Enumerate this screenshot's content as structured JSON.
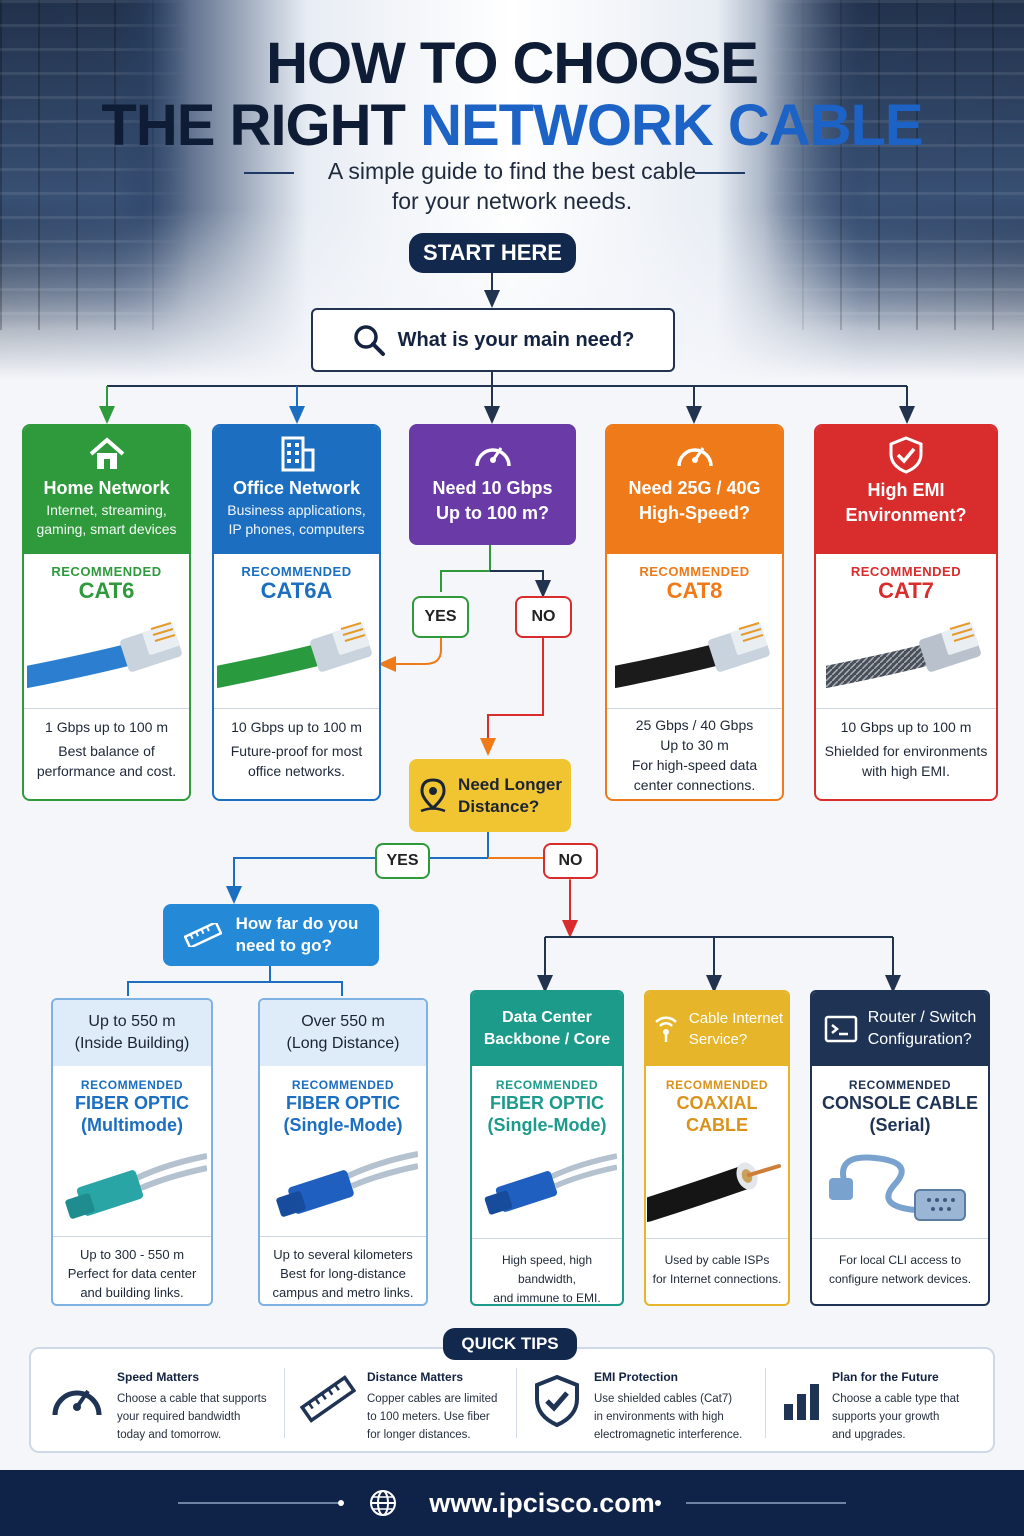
{
  "header": {
    "title_line1": "HOW TO CHOOSE",
    "title_line2_a": "THE RIGHT ",
    "title_line2_b": "NETWORK CABLE",
    "subtitle_line1": "A simple guide to find the best cable",
    "subtitle_line2": "for your network needs."
  },
  "start_label": "START HERE",
  "main_question": "What is your main need?",
  "colors": {
    "green": "#2f9a3c",
    "blue": "#1c6ec0",
    "purple": "#6a3aa6",
    "orange": "#ee7a1a",
    "red": "#d92c2c",
    "yellow": "#f0c531",
    "teal": "#1c9b8a",
    "navy": "#12284d"
  },
  "top_cards": [
    {
      "title": "Home Network",
      "sub1": "Internet, streaming,",
      "sub2": "gaming, smart devices",
      "recommended": "RECOMMENDED",
      "cable": "CAT6",
      "desc1": "1 Gbps up to 100 m",
      "desc2": "Best balance of",
      "desc3": "performance and cost.",
      "icon": "house-icon"
    },
    {
      "title": "Office Network",
      "sub1": "Business applications,",
      "sub2": "IP phones, computers",
      "recommended": "RECOMMENDED",
      "cable": "CAT6A",
      "desc1": "10 Gbps up to 100 m",
      "desc2": "Future-proof for most",
      "desc3": "office networks.",
      "icon": "building-icon"
    },
    {
      "title1": "Need 10 Gbps",
      "title2": "Up to 100 m?",
      "icon": "speedometer-icon"
    },
    {
      "title1": "Need 25G / 40G",
      "title2": "High-Speed?",
      "recommended": "RECOMMENDED",
      "cable": "CAT8",
      "desc1": "25 Gbps / 40 Gbps",
      "desc2": "Up to 30 m",
      "desc3": "For high-speed data",
      "desc4": "center connections.",
      "icon": "speedometer-icon"
    },
    {
      "title1": "High EMI",
      "title2": "Environment?",
      "recommended": "RECOMMENDED",
      "cable": "CAT7",
      "desc1": "10 Gbps up to 100 m",
      "desc2": "Shielded for environments",
      "desc3": "with high EMI.",
      "icon": "shield-check-icon"
    }
  ],
  "decision1": {
    "yes": "YES",
    "no": "NO"
  },
  "longer_distance": {
    "line1": "Need Longer",
    "line2": "Distance?"
  },
  "decision2": {
    "yes": "YES",
    "no": "NO"
  },
  "how_far": {
    "line1": "How far do you",
    "line2": "need to go?"
  },
  "bottom_cards": [
    {
      "head1": "Up to 550 m",
      "head2": "(Inside Building)",
      "recommended": "RECOMMENDED",
      "cable1": "FIBER OPTIC",
      "cable2": "(Multimode)",
      "desc1": "Up to 300 - 550 m",
      "desc2": "Perfect for data center",
      "desc3": "and building links."
    },
    {
      "head1": "Over 550 m",
      "head2": "(Long Distance)",
      "recommended": "RECOMMENDED",
      "cable1": "FIBER OPTIC",
      "cable2": "(Single-Mode)",
      "desc1": "Up to several kilometers",
      "desc2": "Best for long-distance",
      "desc3": "campus and metro links."
    },
    {
      "head1": "Data Center",
      "head2": "Backbone / Core",
      "recommended": "RECOMMENDED",
      "cable1": "FIBER OPTIC",
      "cable2": "(Single-Mode)",
      "desc1": "High speed, high bandwidth,",
      "desc2": "and immune to EMI."
    },
    {
      "head1": "Cable Internet",
      "head2": "Service?",
      "recommended": "RECOMMENDED",
      "cable1": "COAXIAL",
      "cable2": "CABLE",
      "desc1": "Used by cable ISPs",
      "desc2": "for Internet connections.",
      "icon": "wifi-signal-icon"
    },
    {
      "head1": "Router / Switch",
      "head2": "Configuration?",
      "recommended": "RECOMMENDED",
      "cable1": "CONSOLE CABLE",
      "cable2": "(Serial)",
      "desc1": "For local CLI access to",
      "desc2": "configure network devices.",
      "icon": "terminal-icon"
    }
  ],
  "quick_tips_label": "QUICK TIPS",
  "tips": [
    {
      "title": "Speed Matters",
      "l1": "Choose a cable that supports",
      "l2": "your required bandwidth",
      "l3": "today and tomorrow.",
      "icon": "speedometer-icon"
    },
    {
      "title": "Distance Matters",
      "l1": "Copper cables are limited",
      "l2": "to 100 meters. Use fiber",
      "l3": "for longer distances.",
      "icon": "ruler-icon"
    },
    {
      "title": "EMI Protection",
      "l1": "Use shielded cables (Cat7)",
      "l2": "in environments with high",
      "l3": "electromagnetic interference.",
      "icon": "shield-check-icon"
    },
    {
      "title": "Plan for the Future",
      "l1": "Choose a cable type that",
      "l2": "supports your growth",
      "l3": "and upgrades.",
      "icon": "bar-chart-icon"
    }
  ],
  "footer_url": "www.ipcisco.com"
}
